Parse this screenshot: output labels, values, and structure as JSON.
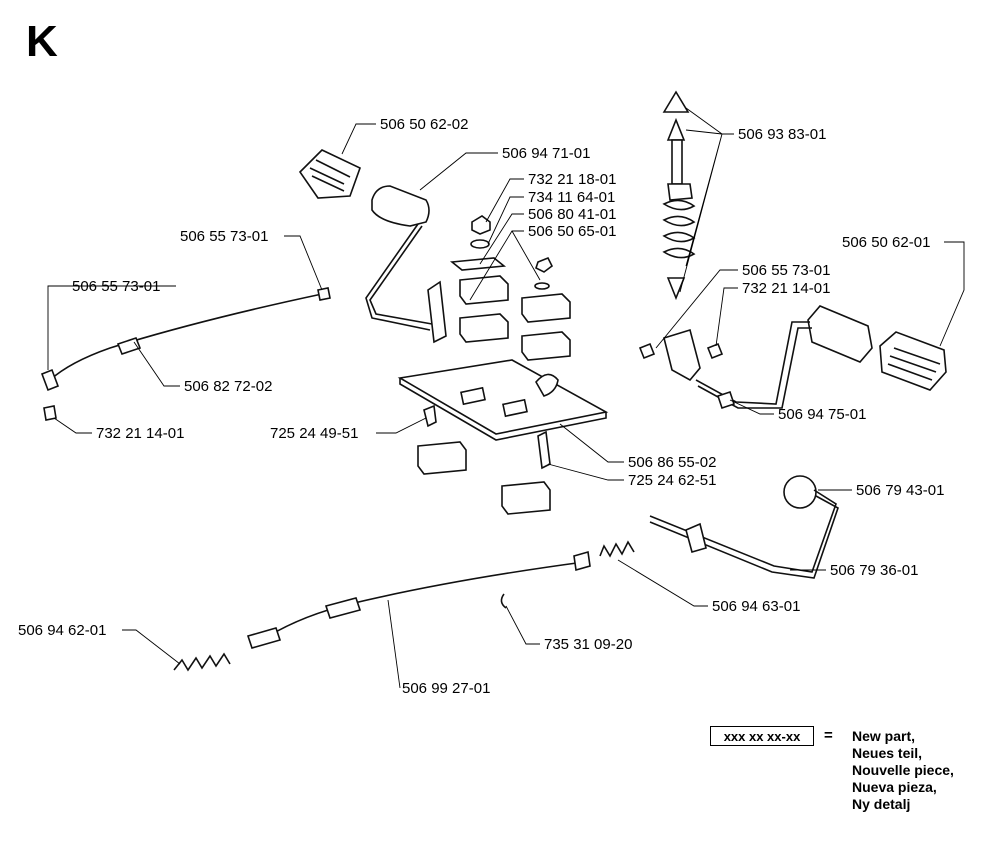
{
  "section_letter": "K",
  "part_labels": [
    "506 50 62-02",
    "506 94 71-01",
    "506 93 83-01",
    "732 21 18-01",
    "734 11 64-01",
    "506 80 41-01",
    "506 50 65-01",
    "506 55 73-01",
    "506 55 73-01",
    "506 50 62-01",
    "506 55 73-01",
    "732 21 14-01",
    "506 82 72-02",
    "732 21 14-01",
    "725 24 49-51",
    "506 94 75-01",
    "506 86 55-02",
    "725 24 62-51",
    "506 79 43-01",
    "506 79 36-01",
    "506 94 63-01",
    "506 94 62-01",
    "735 31 09-20",
    "506 99 27-01"
  ],
  "legend": {
    "box_text": "xxx xx xx-xx",
    "equals": "=",
    "lines": [
      "New part,",
      "Neues teil,",
      "Nouvelle piece,",
      "Nueva pieza,",
      "Ny detalj"
    ]
  }
}
